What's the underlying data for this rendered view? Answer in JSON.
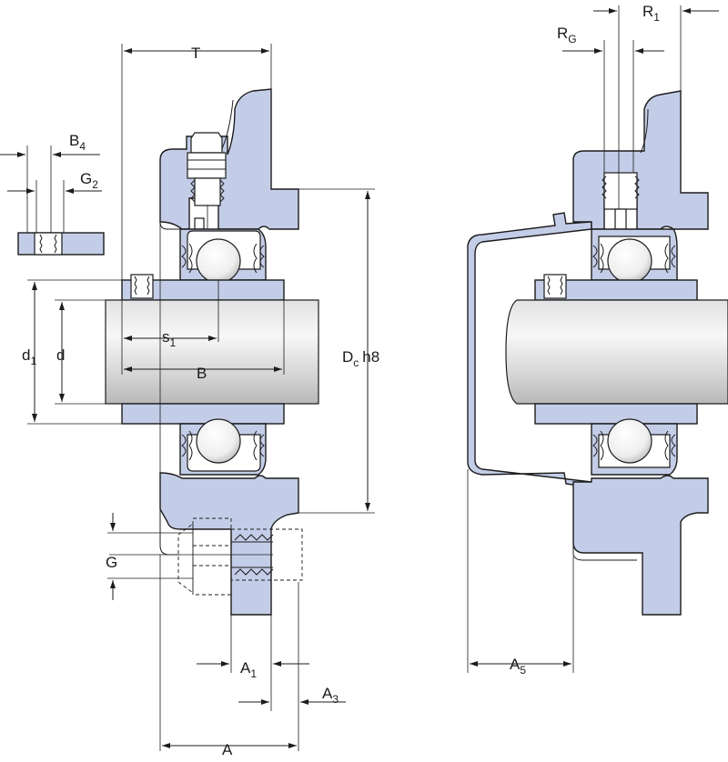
{
  "labels": {
    "T": "T",
    "B4": {
      "main": "B",
      "sub": "4"
    },
    "G2": {
      "main": "G",
      "sub": "2"
    },
    "s1": {
      "main": "s",
      "sub": "1"
    },
    "d1": {
      "main": "d",
      "sub": "1"
    },
    "d": "d",
    "B": "B",
    "Dc": {
      "main": "D",
      "sub": "c",
      "suffix": "h8"
    },
    "G": "G",
    "A1": {
      "main": "A",
      "sub": "1"
    },
    "A3": {
      "main": "A",
      "sub": "3"
    },
    "A": "A",
    "RG": {
      "main": "R",
      "sub": "G"
    },
    "R1": {
      "main": "R",
      "sub": "1"
    },
    "A5": {
      "main": "A",
      "sub": "5"
    }
  },
  "colors": {
    "part_fill": "#c4cde8",
    "outline": "#1c1c1c",
    "shaft_light": "#f4f4f4",
    "shaft_dark": "#bdbdbd"
  }
}
